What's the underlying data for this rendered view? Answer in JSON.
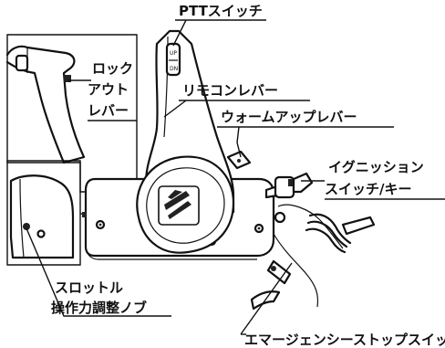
{
  "labels": {
    "ptt_switch": "PTTスイッチ",
    "lockout_lever_line1": "ロック",
    "lockout_lever_line2": "アウト",
    "lockout_lever_line3": "レバー",
    "remote_lever": "リモコンレバー",
    "warmup_lever": "ウォームアップレバー",
    "ignition_line1": "イグニッション",
    "ignition_line2": "スイッチ/キー",
    "throttle_line1": "スロットル",
    "throttle_line2": "操作力調整ノブ",
    "emergency_stop": "エマージェンシーストップスイッチ"
  },
  "knob_text": {
    "up": "UP",
    "dn": "DN"
  }
}
